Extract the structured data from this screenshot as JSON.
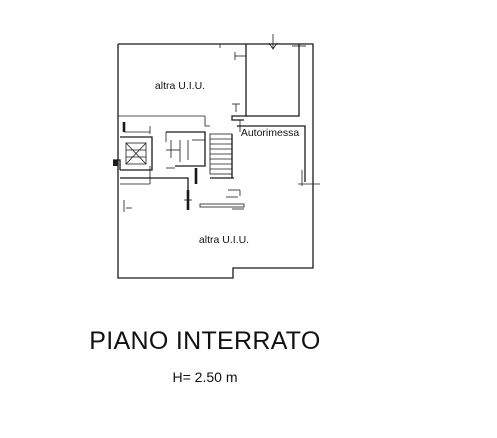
{
  "plan": {
    "rooms": {
      "upper_unit": "altra U.I.U.",
      "garage": "Autorimessa",
      "lower_unit": "altra U.I.U."
    },
    "title": "PIANO INTERRATO",
    "height_note": "H= 2.50 m"
  },
  "colors": {
    "line": "#1a1a1a",
    "background": "#ffffff"
  }
}
